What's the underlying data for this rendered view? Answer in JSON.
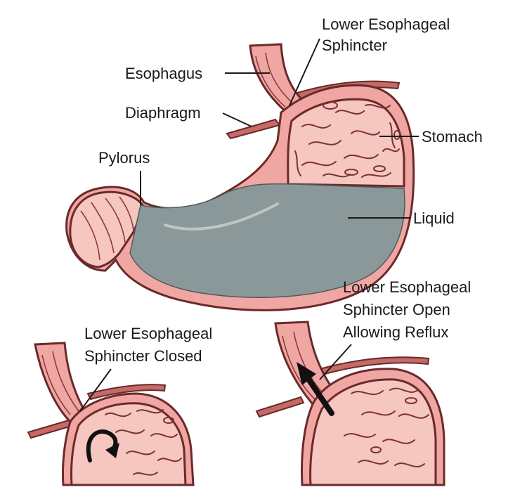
{
  "labels": {
    "lower_esophageal_sphincter": "Lower Esophageal\nSphincter",
    "esophagus": "Esophagus",
    "diaphragm": "Diaphragm",
    "stomach": "Stomach",
    "pylorus": "Pylorus",
    "liquid": "Liquid",
    "closed": "Lower Esophageal\nSphincter Closed",
    "open_reflux": "Lower Esophageal\nSphincter Open\nAllowing Reflux"
  },
  "colors": {
    "tissue": "#f0a7a3",
    "tissue_outline": "#6b2a2a",
    "liquid": "#8b9899",
    "text": "#1a1a1a"
  }
}
